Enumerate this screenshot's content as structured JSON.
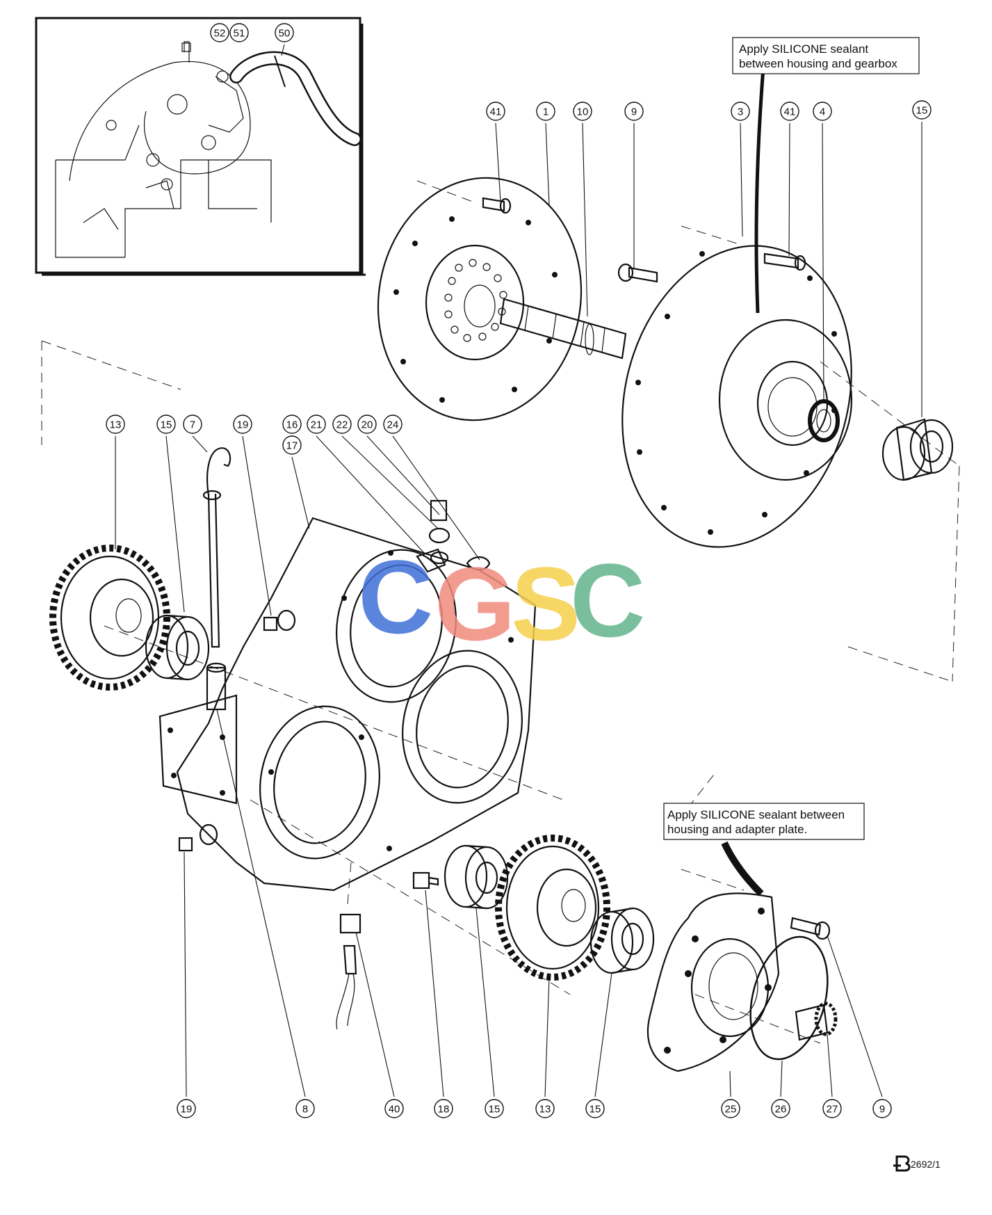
{
  "notes": {
    "top": [
      "Apply SILICONE sealant",
      "between housing and gearbox"
    ],
    "bottom": [
      "Apply SILICONE sealant between",
      "housing and adapter plate."
    ]
  },
  "reference": "2692/1",
  "watermark": {
    "letters": [
      "C",
      "G",
      "S",
      "C"
    ],
    "colors": [
      "#3f6fd8",
      "#f08a7c",
      "#f5cf4a",
      "#63b58c"
    ]
  },
  "callouts": [
    {
      "id": "c52",
      "label": "52"
    },
    {
      "id": "c51",
      "label": "51"
    },
    {
      "id": "c50",
      "label": "50"
    },
    {
      "id": "c41a",
      "label": "41"
    },
    {
      "id": "c1",
      "label": "1"
    },
    {
      "id": "c10",
      "label": "10"
    },
    {
      "id": "c9a",
      "label": "9"
    },
    {
      "id": "c3",
      "label": "3"
    },
    {
      "id": "c41b",
      "label": "41"
    },
    {
      "id": "c4",
      "label": "4"
    },
    {
      "id": "c15a",
      "label": "15"
    },
    {
      "id": "c13a",
      "label": "13"
    },
    {
      "id": "c15b",
      "label": "15"
    },
    {
      "id": "c7",
      "label": "7"
    },
    {
      "id": "c19a",
      "label": "19"
    },
    {
      "id": "c16",
      "label": "16"
    },
    {
      "id": "c17",
      "label": "17"
    },
    {
      "id": "c21",
      "label": "21"
    },
    {
      "id": "c22",
      "label": "22"
    },
    {
      "id": "c20",
      "label": "20"
    },
    {
      "id": "c24",
      "label": "24"
    },
    {
      "id": "c19b",
      "label": "19"
    },
    {
      "id": "c8",
      "label": "8"
    },
    {
      "id": "c40",
      "label": "40"
    },
    {
      "id": "c18",
      "label": "18"
    },
    {
      "id": "c15c",
      "label": "15"
    },
    {
      "id": "c13b",
      "label": "13"
    },
    {
      "id": "c15d",
      "label": "15"
    },
    {
      "id": "c25",
      "label": "25"
    },
    {
      "id": "c26",
      "label": "26"
    },
    {
      "id": "c27",
      "label": "27"
    },
    {
      "id": "c9b",
      "label": "9"
    }
  ]
}
